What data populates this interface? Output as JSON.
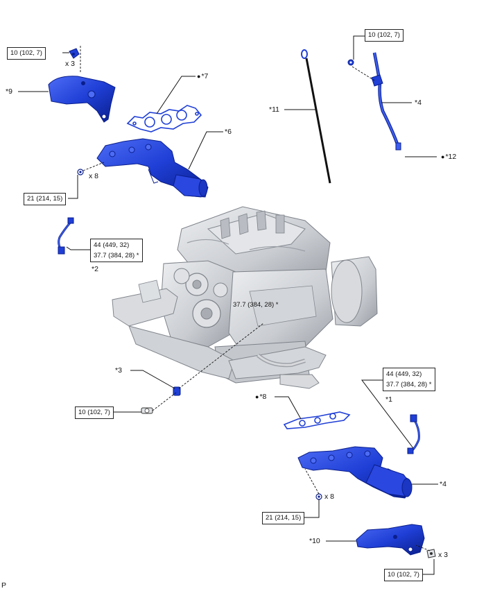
{
  "torques": {
    "t1": "10 (102, 7)",
    "t2": "10 (102, 7)",
    "t3": "21 (214, 15)",
    "t4a": "44 (449, 32)",
    "t4b": "37.7 (384, 28) *",
    "t5": "37.7 (384, 28) *",
    "t6": "10 (102, 7)",
    "t7a": "44 (449, 32)",
    "t7b": "37.7 (384, 28) *",
    "t8": "21 (214, 15)",
    "t9": "10 (102, 7)"
  },
  "counts": {
    "c1": "x 3",
    "c2": "x 8",
    "c3": "x 8",
    "c4": "x 3"
  },
  "labels": {
    "l9": "*9",
    "l7": "*7",
    "l6": "*6",
    "l11": "*11",
    "l4a": "*4",
    "l12": "*12",
    "l2": "*2",
    "l3": "*3",
    "l8": "*8",
    "l1": "*1",
    "l4b": "*4",
    "l10": "*10",
    "corner": "P"
  },
  "colors": {
    "part_blue": "#1f3fd6",
    "part_dark": "#0a1e8c",
    "engine_gray": "#cfd2d6",
    "engine_dark": "#8e939a",
    "line": "#111111"
  }
}
